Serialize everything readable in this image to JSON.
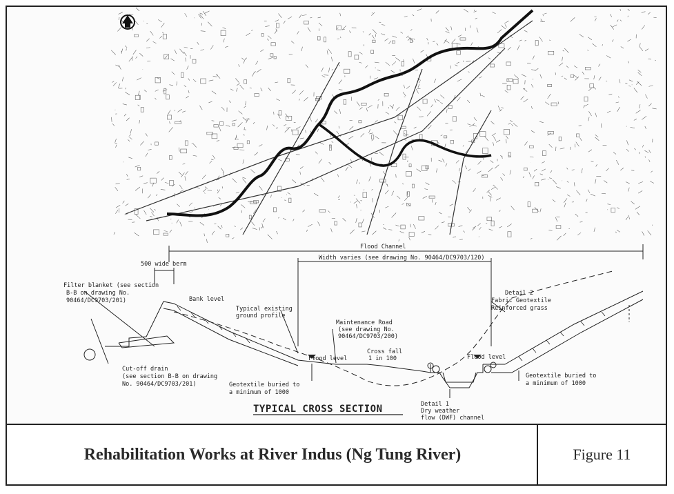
{
  "caption": {
    "title": "Rehabilitation Works at River Indus (Ng Tung River)",
    "figure": "Figure 11"
  },
  "section": {
    "title": "TYPICAL CROSS SECTION",
    "flood_channel": "Flood Channel",
    "width_varies": "Width varies (see drawing No. 90464/DC9703/120)",
    "berm": "500 wide berm",
    "filter_blanket": [
      "Filter blanket (see section",
      "B-B on drawing No.",
      "90464/DC9703/201)"
    ],
    "bank_level": "Bank level",
    "typical_ground": [
      "Typical existing",
      "ground profile"
    ],
    "maintenance_road": [
      "Maintenance Road",
      "(see drawing No.",
      "90464/DC9703/200)"
    ],
    "cross_fall": [
      "Cross fall",
      "1 in 100"
    ],
    "flood_level_left": "Flood level",
    "flood_level_right": "Flood level",
    "detail2": [
      "Detail 2",
      "Fabric Geotextile",
      "Reinforced grass"
    ],
    "cutoff_drain": [
      "Cut-off drain",
      "(see section B-B on drawing",
      "No. 90464/DC9703/201)"
    ],
    "geotextile_left": [
      "Geotextile buried to",
      "a minimum of 1000"
    ],
    "geotextile_right": [
      "Geotextile buried to",
      "a minimum of 1000"
    ],
    "detail1": [
      "Detail 1",
      "Dry weather",
      "flow (DWF) channel"
    ]
  }
}
